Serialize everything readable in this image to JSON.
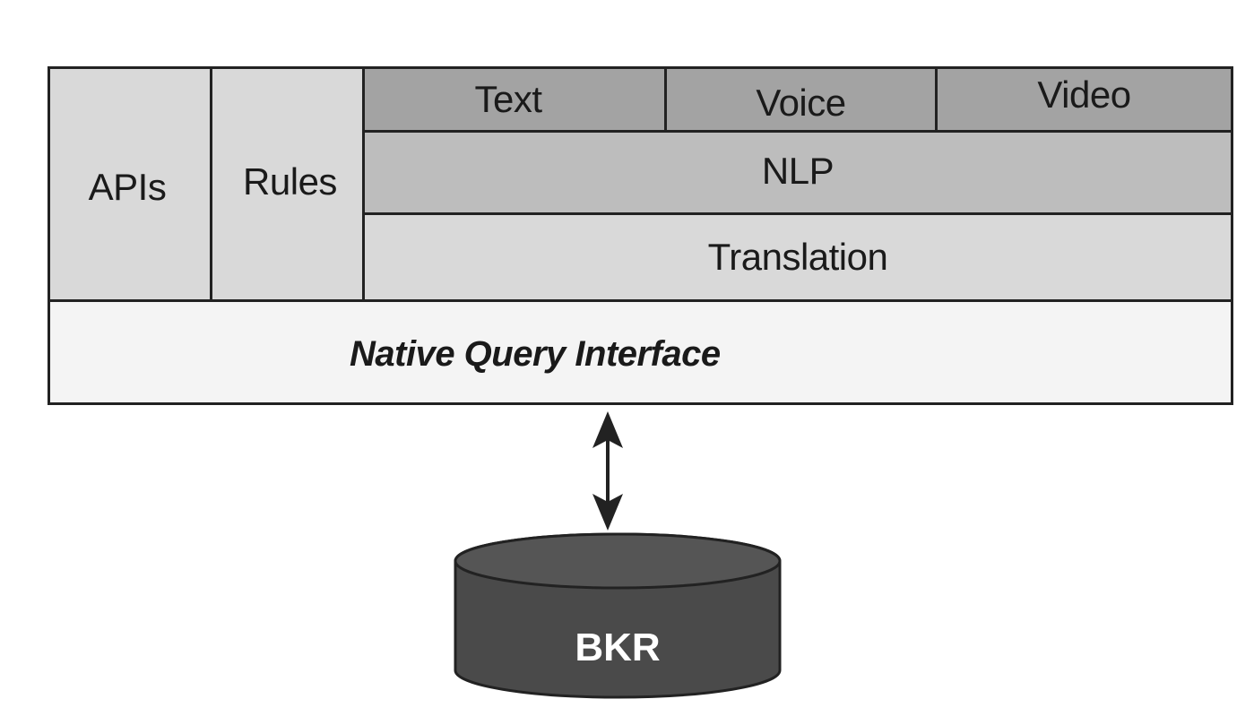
{
  "layers": {
    "apis": "APIs",
    "rules": "Rules",
    "text": "Text",
    "voice": "Voice",
    "video": "Video",
    "nlp": "NLP",
    "translation": "Translation",
    "native_query_interface": "Native Query Interface"
  },
  "database": {
    "label": "BKR"
  },
  "colors": {
    "border": "#222222",
    "light_gray": "#d9d9d9",
    "mid_gray": "#bdbdbd",
    "dark_gray": "#a3a3a3",
    "pale": "#f4f4f4",
    "database_fill": "#4a4a4a"
  }
}
